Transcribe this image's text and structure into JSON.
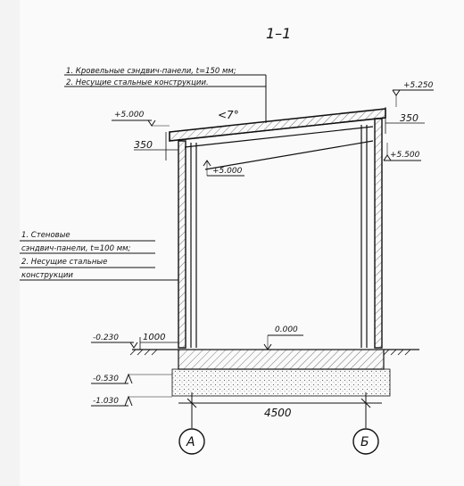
{
  "section_title": "1–1",
  "roof_callout": {
    "line1": "1. Кровельные сэндвич-панели, t=150 мм;",
    "line2": "2. Несущие стальные конструкции."
  },
  "wall_callout": {
    "line1": "1. Стеновые",
    "line2": "сэндвич-панели, t=100 мм;",
    "line3": "2. Несущие стальные",
    "line4": "конструкции"
  },
  "elevations": {
    "top_left_roof": "+5.000",
    "top_right_roof": "+5.250",
    "right_eave": "+5.500",
    "inner_beam": "+5.000",
    "floor": "0.000",
    "ground": "-0.230",
    "footing_top": "-0.530",
    "footing_bottom": "-1.030"
  },
  "dimensions": {
    "roof_thickness_left": "350",
    "roof_thickness_right": "350",
    "slope": "<7°",
    "footing_width": "1000",
    "span": "4500"
  },
  "axes": {
    "left": "А",
    "right": "Б"
  }
}
